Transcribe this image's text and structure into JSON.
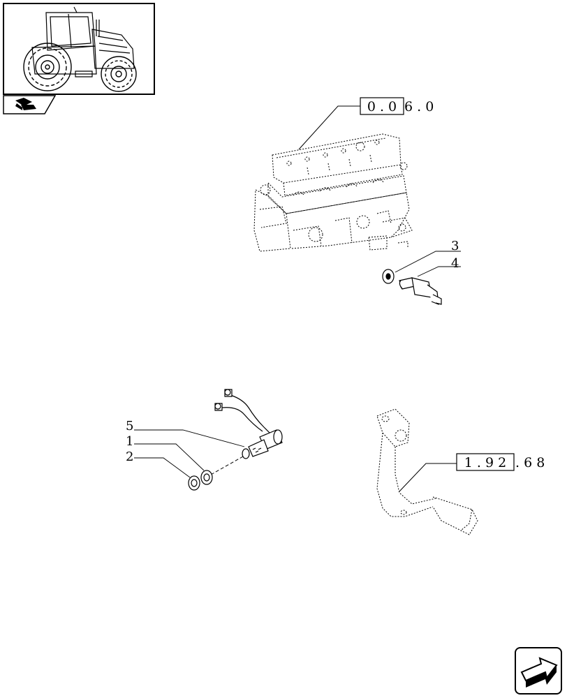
{
  "refs": {
    "engine_ref": {
      "boxed": "0 . 0",
      "rest": "6 . 0"
    },
    "pedal_ref": {
      "boxed": "1 . 9 2",
      "rest": ". 6 8"
    }
  },
  "callouts": {
    "c1": "1",
    "c2": "2",
    "c3": "3",
    "c4": "4",
    "c5": "5"
  },
  "icons": {
    "thumbnail": "tractor-thumbnail",
    "tab": "book-icon",
    "nav": "next-page-arrow-icon"
  }
}
